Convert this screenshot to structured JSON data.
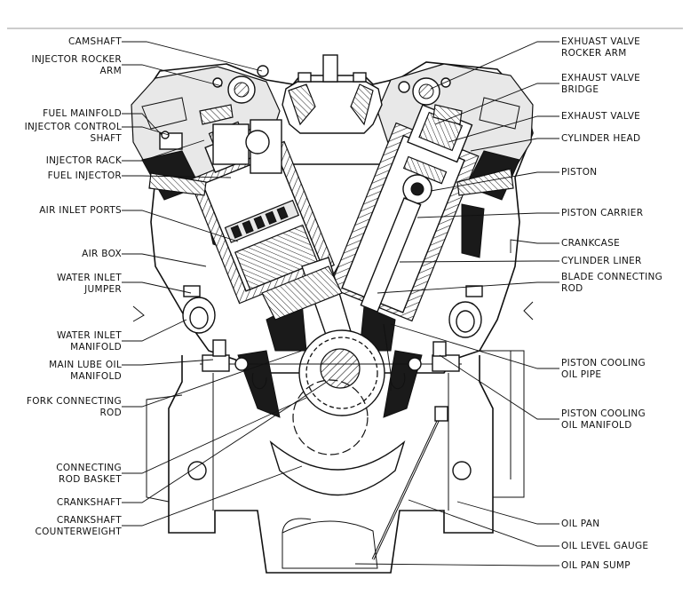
{
  "labels_left": [
    {
      "id": "camshaft",
      "text": "CAMSHAFT"
    },
    {
      "id": "injector-rocker-arm",
      "text": "INJECTOR ROCKER\nARM"
    },
    {
      "id": "fuel-mainfold",
      "text": "FUEL MAINFOLD"
    },
    {
      "id": "injector-control-shaft",
      "text": "INJECTOR CONTROL\nSHAFT"
    },
    {
      "id": "injector-rack",
      "text": "INJECTOR RACK"
    },
    {
      "id": "fuel-injector",
      "text": "FUEL INJECTOR"
    },
    {
      "id": "air-inlet-ports",
      "text": "AIR INLET PORTS"
    },
    {
      "id": "air-box",
      "text": "AIR BOX"
    },
    {
      "id": "water-inlet-jumper",
      "text": "WATER INLET\nJUMPER"
    },
    {
      "id": "water-inlet-manifold",
      "text": "WATER INLET\nMANIFOLD"
    },
    {
      "id": "main-lube-oil-manifold",
      "text": "MAIN LUBE OIL\nMANIFOLD"
    },
    {
      "id": "fork-connecting-rod",
      "text": "FORK CONNECTING\nROD"
    },
    {
      "id": "connecting-rod-basket",
      "text": "CONNECTING\nROD BASKET"
    },
    {
      "id": "crankshaft",
      "text": "CRANKSHAFT"
    },
    {
      "id": "crankshaft-counterweight",
      "text": "CRANKSHAFT\nCOUNTERWEIGHT"
    }
  ],
  "labels_right": [
    {
      "id": "exhaust-valve-rocker-arm",
      "text": "EXHUAST VALVE\nROCKER ARM"
    },
    {
      "id": "exhaust-valve-bridge",
      "text": "EXHAUST VALVE\nBRIDGE"
    },
    {
      "id": "exhaust-valve",
      "text": "EXHAUST VALVE"
    },
    {
      "id": "cylinder-head",
      "text": "CYLINDER HEAD"
    },
    {
      "id": "piston",
      "text": "PISTON"
    },
    {
      "id": "piston-carrier",
      "text": "PISTON CARRIER"
    },
    {
      "id": "crankcase",
      "text": "CRANKCASE"
    },
    {
      "id": "cylinder-liner",
      "text": "CYLINDER LINER"
    },
    {
      "id": "blade-connecting-rod",
      "text": "BLADE CONNECTING\nROD"
    },
    {
      "id": "piston-cooling-oil-pipe",
      "text": "PISTON COOLING\nOIL PIPE"
    },
    {
      "id": "piston-cooling-oil-manifold",
      "text": "PISTON COOLING\nOIL MANIFOLD"
    },
    {
      "id": "oil-pan",
      "text": "OIL PAN"
    },
    {
      "id": "oil-level-gauge",
      "text": "OIL LEVEL GAUGE"
    },
    {
      "id": "oil-pan-sump",
      "text": "OIL PAN SUMP"
    }
  ]
}
